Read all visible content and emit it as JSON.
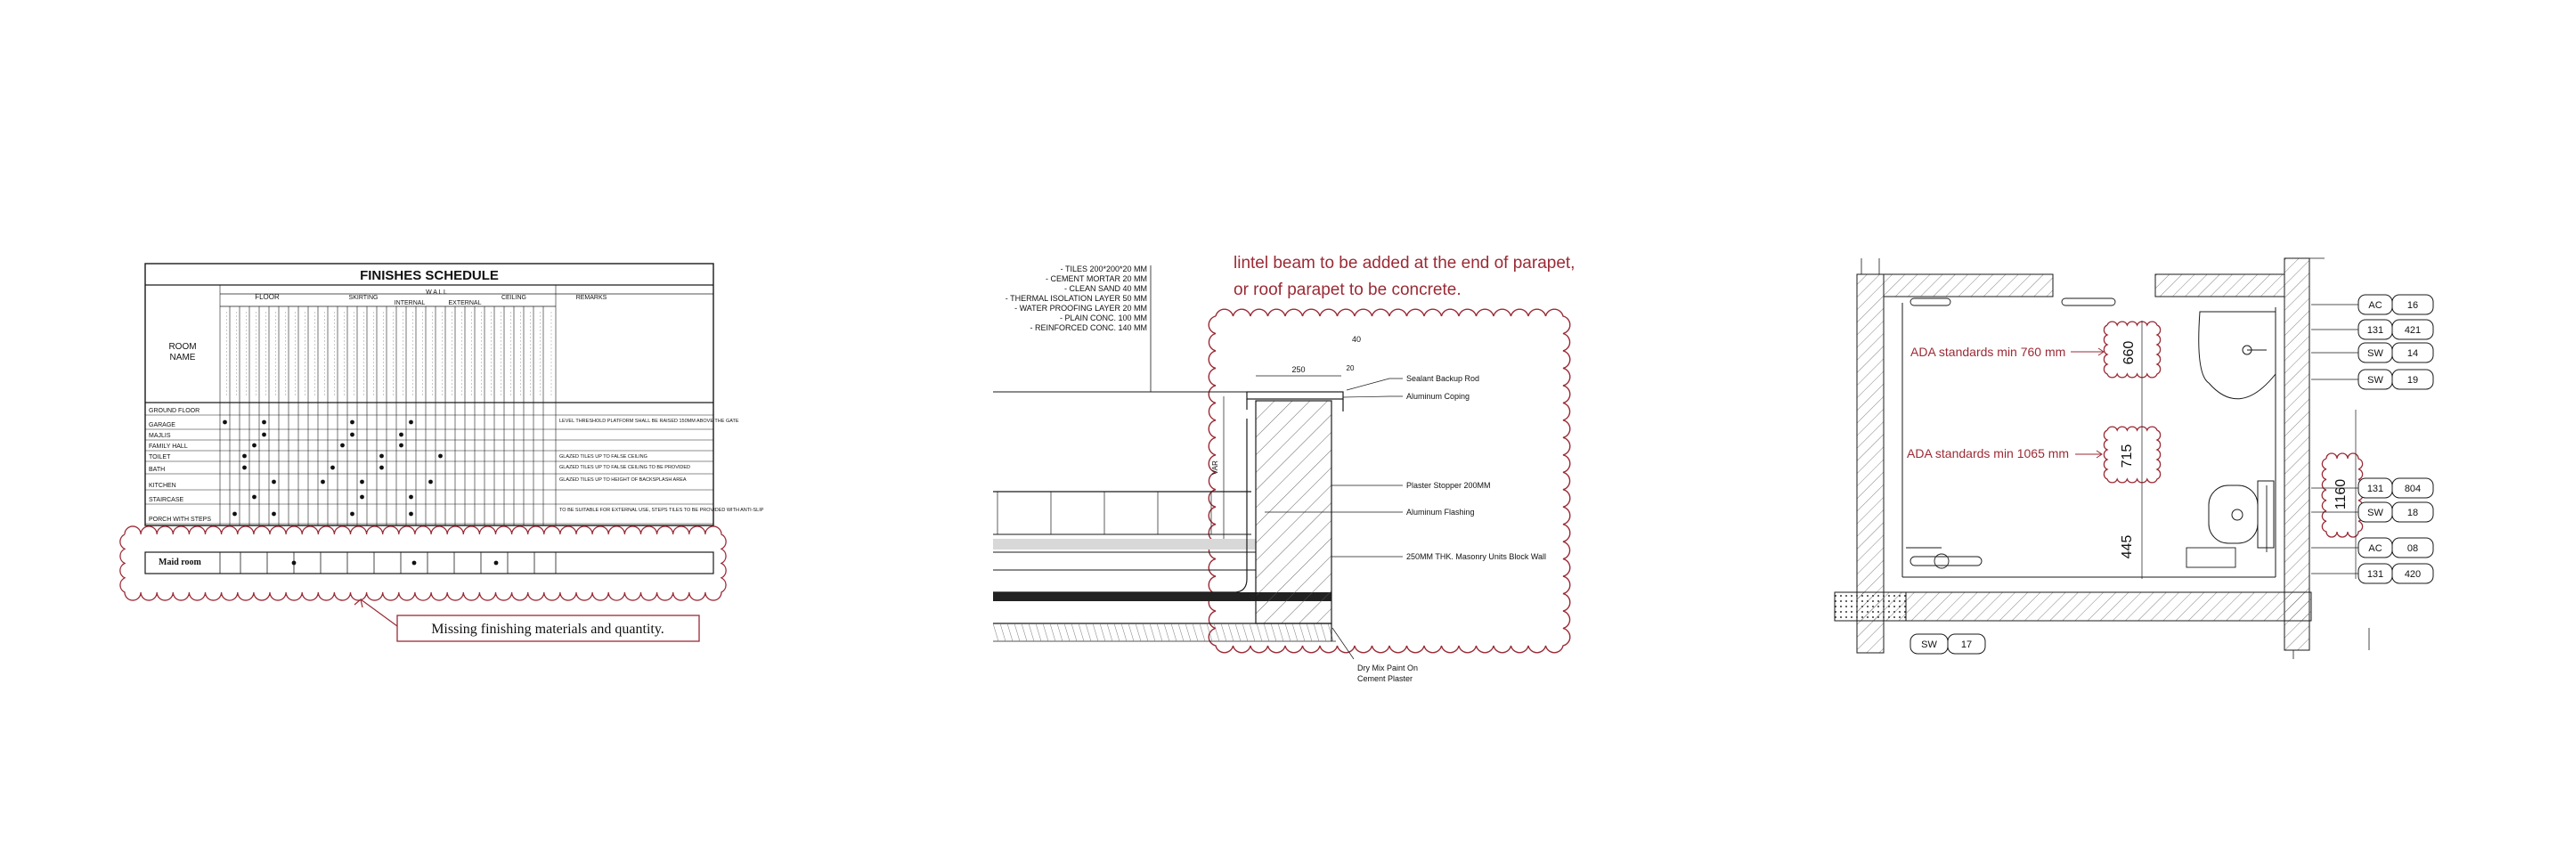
{
  "schedule": {
    "title": "FINISHES SCHEDULE",
    "room_name_header": [
      "ROOM",
      "NAME"
    ],
    "groups": {
      "floor": "FLOOR",
      "skirting": "SKIRTING",
      "wall": "W A L L",
      "internal": "INTERNAL",
      "external": "EXTERNAL",
      "ceiling": "CEILING",
      "remarks": "REMARKS"
    },
    "rooms": [
      "GROUND FLOOR",
      "GARAGE",
      "MAJLIS",
      "FAMILY HALL",
      "TOILET",
      "BATH",
      "KITCHEN",
      "STAIRCASE",
      "PORCH WITH STEPS"
    ],
    "remarks": [
      "",
      "LEVEL THRESHOLD PLATFORM SHALL BE RAISED 150MM ABOVE THE GATE",
      "",
      "",
      "GLAZED TILES UP TO FALSE CEILING",
      "GLAZED TILES UP TO FALSE CEILING TO BE PROVIDED",
      "GLAZED TILES UP TO HEIGHT OF BACKSPLASH AREA",
      "",
      "TO BE SUITABLE FOR EXTERNAL USE, STEPS TILES TO BE PROVIDED WITH ANTI-SLIP"
    ],
    "maid_room": "Maid room",
    "callout": "Missing finishing materials and quantity."
  },
  "section": {
    "note_line1": "lintel beam to be added at the end of parapet,",
    "note_line2": "or roof parapet to be concrete.",
    "layers": [
      "- TILES 200*200*20 MM",
      "- CEMENT MORTAR 20 MM",
      "- CLEAN SAND 40 MM",
      "- THERMAL ISOLATION LAYER 50 MM",
      "- WATER PROOFING LAYER 20 MM",
      "- PLAIN CONC. 100 MM",
      "- REINFORCED CONC. 140 MM"
    ],
    "dim_250": "250",
    "dim_40": "40",
    "dim_20": "20",
    "dim_var": "VAR",
    "labels": {
      "sealant": "Sealant Backup Rod",
      "coping": "Aluminum Coping",
      "stopper": "Plaster Stopper 200MM",
      "flashing": "Aluminum Flashing",
      "wall": "250MM THK. Masonry Units Block Wall",
      "paint1": "Dry Mix Paint On",
      "paint2": "Cement Plaster"
    }
  },
  "plan": {
    "ada1": "ADA standards min 760 mm",
    "ada2": "ADA standards min 1065 mm",
    "dim_660": "660",
    "dim_715": "715",
    "dim_445": "445",
    "dim_1160": "1160",
    "tags": [
      {
        "a": "AC",
        "b": "16"
      },
      {
        "a": "131",
        "b": "421"
      },
      {
        "a": "SW",
        "b": "14"
      },
      {
        "a": "SW",
        "b": "19"
      },
      {
        "a": "131",
        "b": "804"
      },
      {
        "a": "SW",
        "b": "18"
      },
      {
        "a": "AC",
        "b": "08"
      },
      {
        "a": "131",
        "b": "420"
      }
    ],
    "bottom_tag": {
      "a": "SW",
      "b": "17"
    }
  },
  "colors": {
    "line": "#1a1a1a",
    "markup": "#9b2a35"
  }
}
